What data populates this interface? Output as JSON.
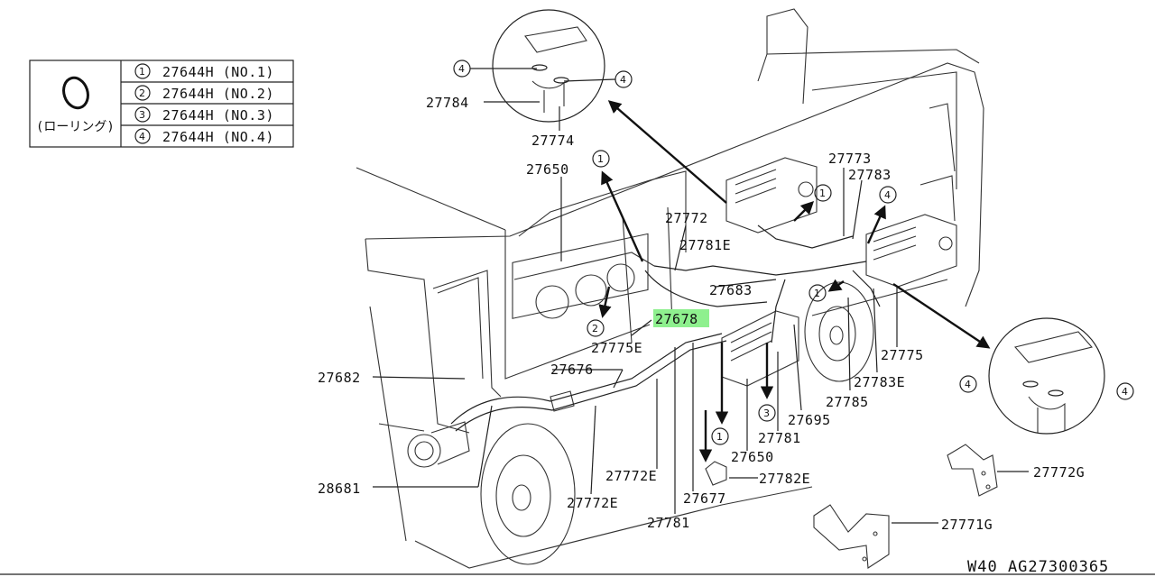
{
  "legend": {
    "symbol_caption": "(ローリング)",
    "rows": [
      {
        "n": "1",
        "text": "27644H (NO.1)"
      },
      {
        "n": "2",
        "text": "27644H (NO.2)"
      },
      {
        "n": "3",
        "text": "27644H (NO.3)"
      },
      {
        "n": "4",
        "text": "27644H (NO.4)"
      }
    ]
  },
  "parts": {
    "p27784": "27784",
    "p27774": "27774",
    "p27650a": "27650",
    "p27773": "27773",
    "p27783": "27783",
    "p27772": "27772",
    "p27781E": "27781E",
    "p27683": "27683",
    "p27678": "27678",
    "p27775E": "27775E",
    "p27775": "27775",
    "p27783E": "27783E",
    "p27682": "27682",
    "p27676": "27676",
    "p27785": "27785",
    "p27695": "27695",
    "p27781a": "27781",
    "p27650b": "27650",
    "p27772E_a": "27772E",
    "p27782E": "27782E",
    "p27772G": "27772G",
    "p28681": "28681",
    "p27772E_b": "27772E",
    "p27677": "27677",
    "p27781b": "27781",
    "p27771G": "27771G"
  },
  "markers": {
    "m1": "1",
    "m2": "2",
    "m3": "3",
    "m4": "4"
  },
  "highlight_color": "#8ef08e",
  "reference": "W40  AG27300365"
}
